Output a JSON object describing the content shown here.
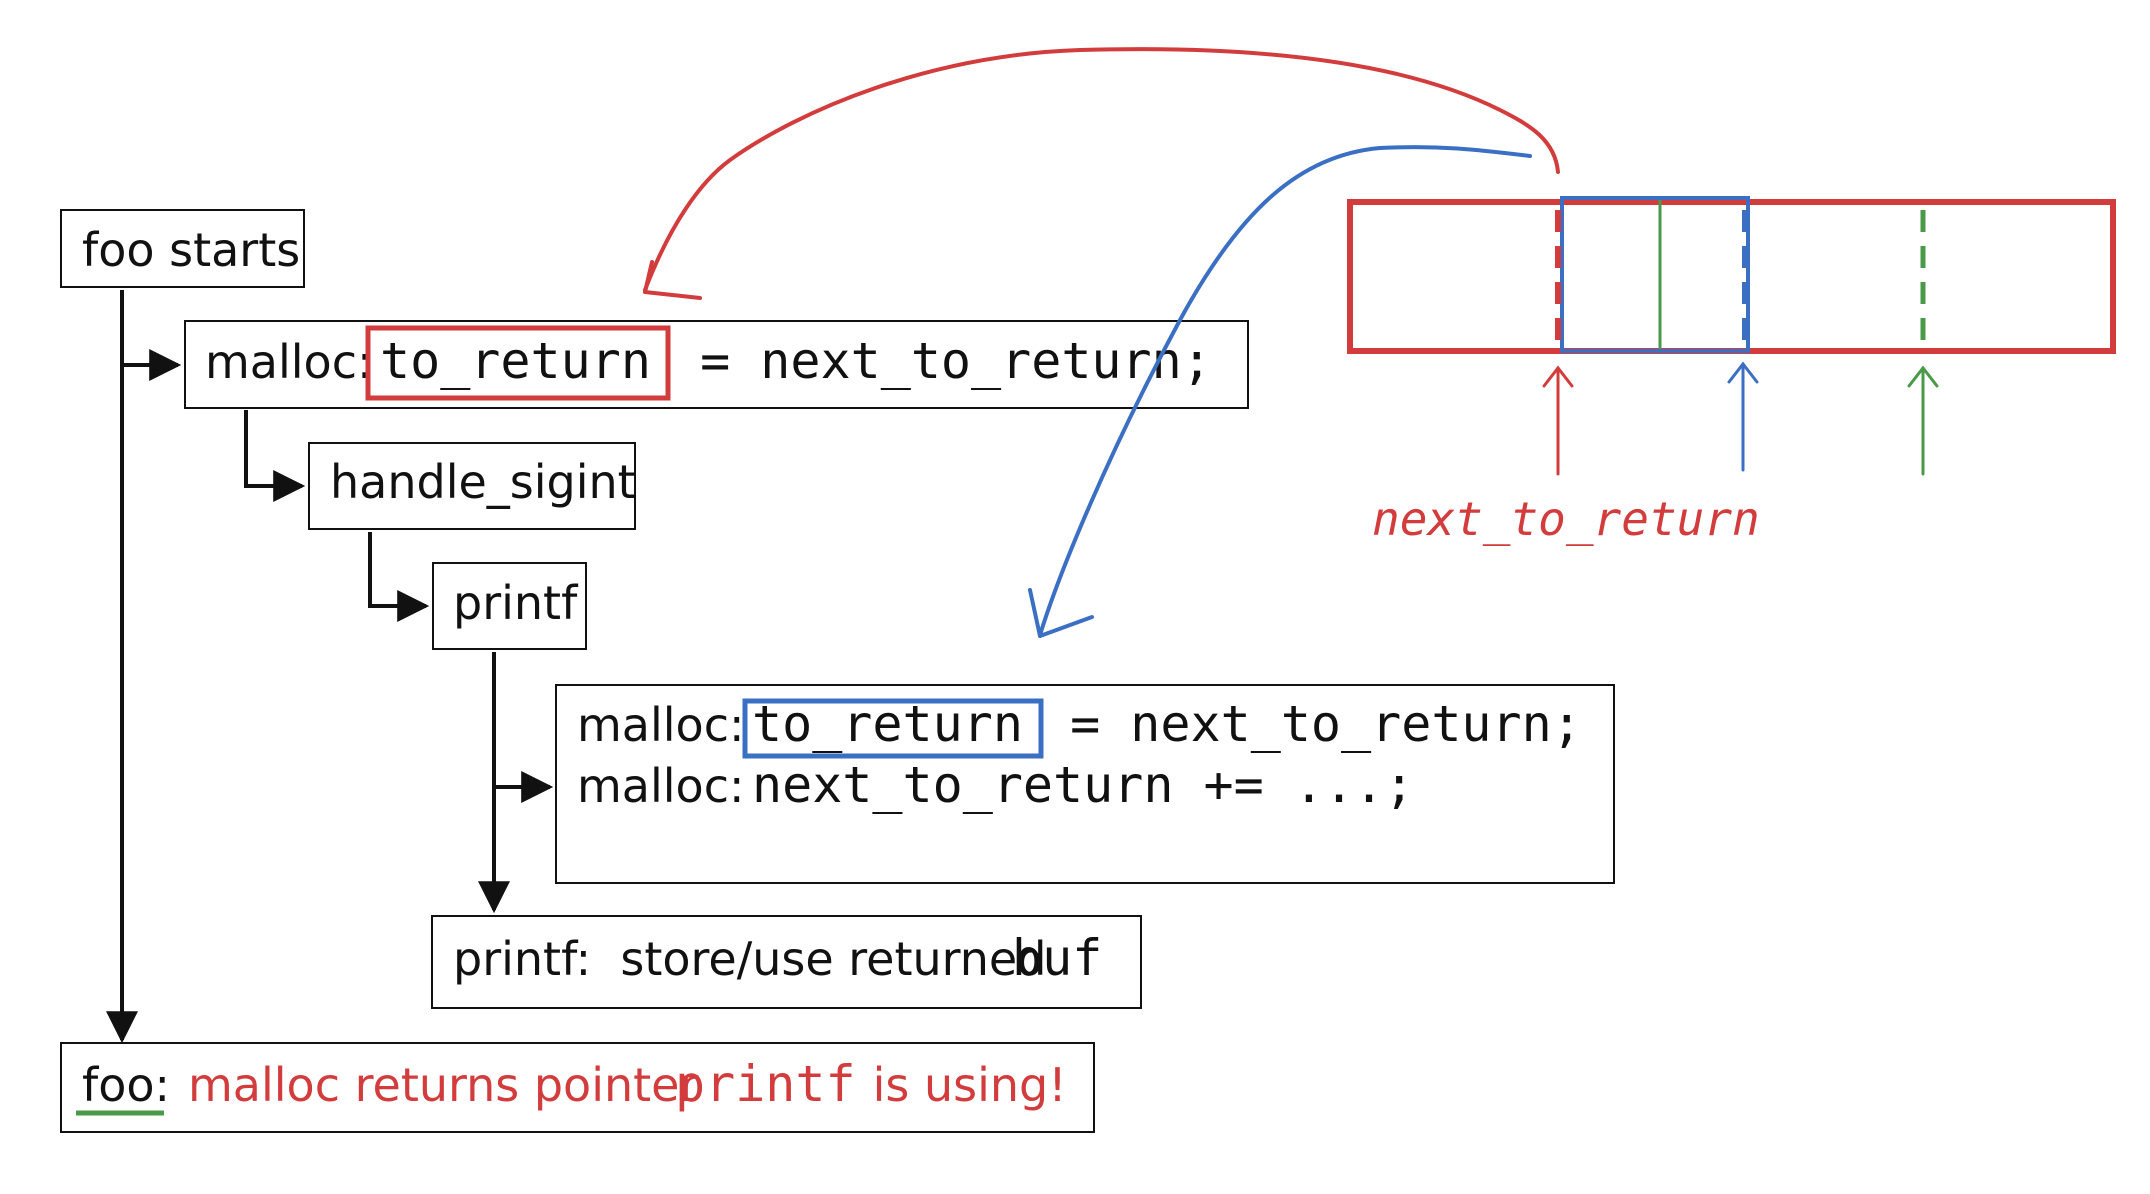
{
  "boxes": {
    "foo_starts": "foo starts",
    "malloc1": {
      "prefix": "malloc:",
      "var": "to_return",
      "rest": " = next_to_return;"
    },
    "handle_sigint": "handle_sigint",
    "printf": "printf",
    "malloc2": {
      "line1_prefix": "malloc:",
      "line1_var": "to_return",
      "line1_rest": " = next_to_return;",
      "line2_prefix": "malloc:",
      "line2_code": "next_to_return += ...;"
    },
    "printf_use": {
      "prefix": "printf:  store/use returned ",
      "code": "buf"
    },
    "foo_result": {
      "label": "foo:",
      "text1": "malloc returns pointer ",
      "code": "printf",
      "text2": " is using!"
    }
  },
  "memory_label": "next_to_return",
  "colors": {
    "red": "#d23c3c",
    "blue": "#3a6fc4",
    "green": "#4a9a4a",
    "black": "#111111"
  }
}
